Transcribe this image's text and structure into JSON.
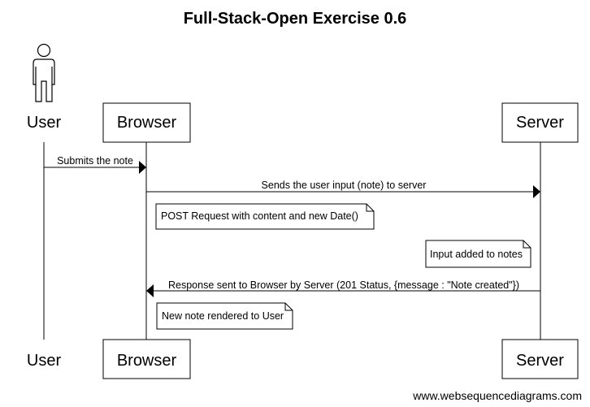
{
  "title": "Full-Stack-Open Exercise 0.6",
  "participants": {
    "user": "User",
    "browser": "Browser",
    "server": "Server"
  },
  "messages": [
    {
      "from": "user",
      "to": "browser",
      "label": "Submits the note"
    },
    {
      "from": "browser",
      "to": "server",
      "label": "Sends the user input (note) to server"
    },
    {
      "from": "server",
      "to": "browser",
      "label": "Response sent to Browser by Server (201 Status, {message : \"Note created\"})"
    }
  ],
  "notes": [
    "POST Request with content and new Date()",
    "Input added to notes",
    "New note rendered to User"
  ],
  "footer": "www.websequencediagrams.com",
  "colors": {
    "line": "#000000",
    "background": "#ffffff"
  },
  "icons": {
    "user": "person-icon"
  }
}
